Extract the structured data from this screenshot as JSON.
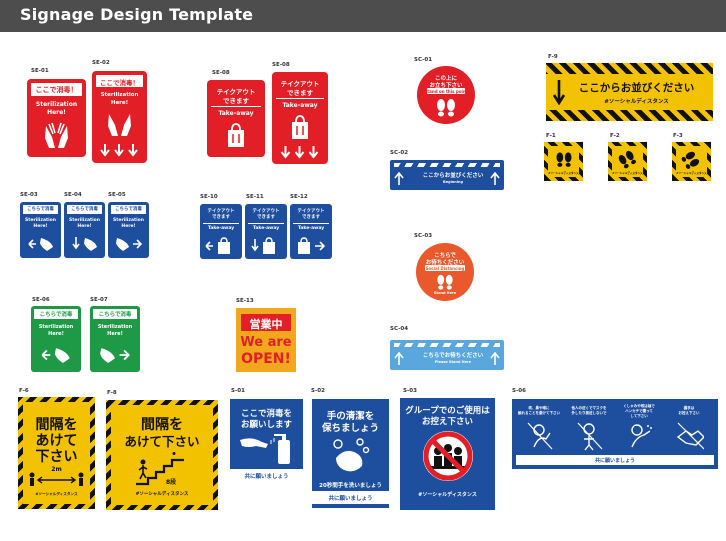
{
  "header": {
    "title": "Signage Design Template"
  },
  "codes": {
    "se01": "SE-01",
    "se02": "SE-02",
    "se03": "SE-03",
    "se04": "SE-04",
    "se05": "SE-05",
    "se06": "SE-06",
    "se07": "SE-07",
    "se08a": "SE-08",
    "se08b": "SE-08",
    "se10": "SE-10",
    "se11": "SE-11",
    "se12": "SE-12",
    "se13": "SE-13",
    "sc01": "SC-01",
    "sc02": "SC-02",
    "sc03": "SC-03",
    "sc04": "SC-04",
    "f9": "F-9",
    "f1": "F-1",
    "f2": "F-2",
    "f3": "F-3",
    "f6": "F-6",
    "f8": "F-8",
    "s01": "S-01",
    "s02": "S-02",
    "s03": "S-03",
    "s06": "S-06"
  },
  "text": {
    "steril_jp": "ここで消毒！",
    "steril_en": "Sterilization Here!",
    "steril_en1": "Sterilization",
    "steril_en2": "Here!",
    "kochira_steril": "こちらで消毒",
    "takeout_jp1": "テイクアウト",
    "takeout_jp2": "できます",
    "takeaway": "Take-away",
    "open_jp": "営業中",
    "open_en1": "We are",
    "open_en2": "OPEN!",
    "sc01_jp1": "この上に",
    "sc01_jp2": "お立ち下さい",
    "sc01_en": "Stand on this point",
    "sc02_jp": "ここからお並びください",
    "sc02_en": "Beginning",
    "sc03_jp1": "こちらで",
    "sc03_jp2": "お待ちください",
    "sc03_en1": "Social Distancing",
    "sc03_en2": "Stand Here",
    "sc04_jp": "こちらでお待ちください",
    "sc04_en": "Please Stand Here",
    "f9_jp": "ここからお並びください",
    "social_distance": "#ソーシャルディスタンス",
    "f6_l1": "間隔を",
    "f6_l2": "あけて",
    "f6_l3": "下さい",
    "f6_dist": "2m",
    "f8_l1": "間隔を",
    "f8_l2": "あけて下さい",
    "f8_steps": "8段",
    "s01_l1": "ここで消毒を",
    "s01_l2": "お願いします",
    "s01_foot": "共に願いましょう",
    "s02_l1": "手の清潔を",
    "s02_l2": "保ちましょう",
    "s02_foot1": "20秒間手を洗いましょう",
    "s02_foot2": "共に願いましょう",
    "s03_l1": "グループでのご使用は",
    "s03_l2": "お控え下さい",
    "s06_c1a": "咳、鼻や喉に",
    "s06_c1b": "触れることを避けて下さい",
    "s06_c2a": "他人の近くでマスクを",
    "s06_c2b": "外したり接近しないで",
    "s06_c3a": "くしゃみや咳は袖で",
    "s06_c3b": "ハンカチで覆って",
    "s06_c3c": "して下さい",
    "s06_c4a": "握手は",
    "s06_c4b": "お控え下さい",
    "s06_foot": "共に願いましょう"
  },
  "colors": {
    "red": "#e21f26",
    "blue": "#1e4e9e",
    "green": "#1e9a46",
    "orange": "#e9592b",
    "yellow": "#f2c200",
    "header": "#4d4d4d"
  },
  "icons": [
    "hands-icon",
    "sanitizer-icon",
    "bag-icon",
    "footprints-icon",
    "arrow-icon",
    "no-group-icon",
    "stairs-icon"
  ]
}
